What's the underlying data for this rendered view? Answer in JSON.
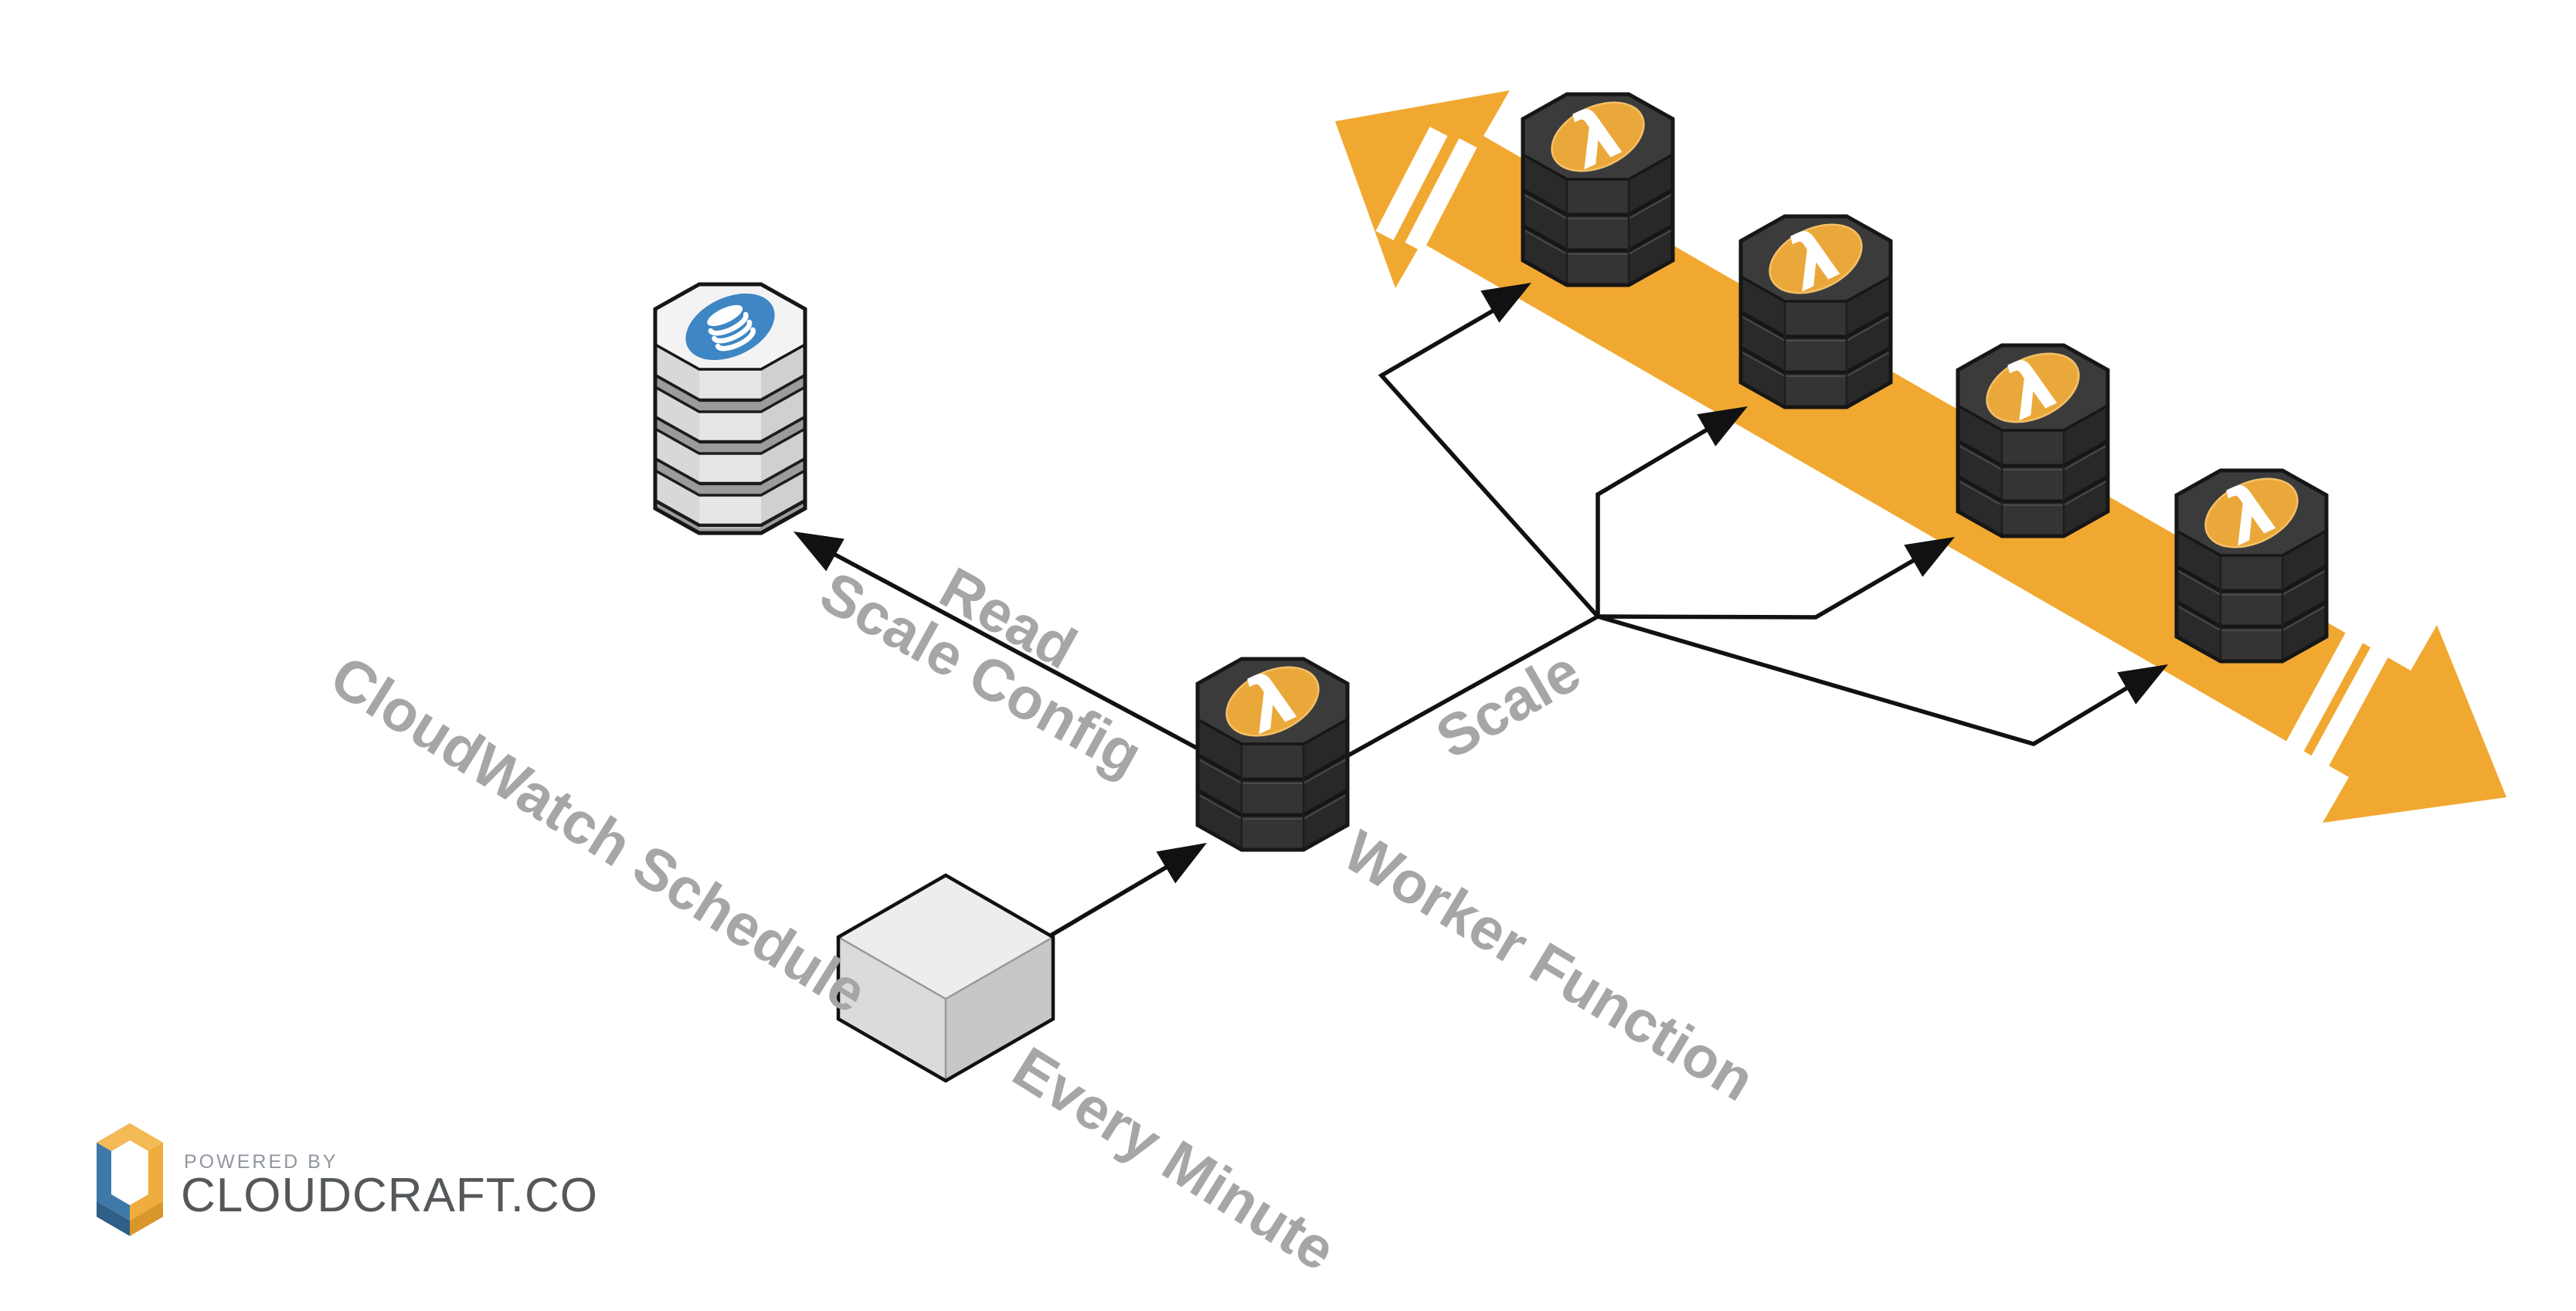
{
  "diagram": {
    "labels": {
      "read": "Read",
      "scale_config": "Scale Config",
      "cloudwatch_schedule": "CloudWatch Schedule",
      "every_minute": "Every Minute",
      "worker_function": "Worker Function",
      "scale": "Scale"
    },
    "glyphs": {
      "lambda": "λ"
    },
    "colors": {
      "band": "#F1A831",
      "lambda_icon": "#EBA83A",
      "db_icon": "#3E86C4",
      "label_text": "#A6A6A6",
      "arrow": "#111111"
    },
    "nodes": [
      {
        "name": "dynamodb-stack",
        "icon": "database-icon"
      },
      {
        "name": "cloudwatch-schedule-cube",
        "icon": "cube-icon"
      },
      {
        "name": "worker-lambda-stack",
        "icon": "lambda-icon"
      },
      {
        "name": "scaled-lambda-stack-1",
        "icon": "lambda-icon"
      },
      {
        "name": "scaled-lambda-stack-2",
        "icon": "lambda-icon"
      },
      {
        "name": "scaled-lambda-stack-3",
        "icon": "lambda-icon"
      },
      {
        "name": "scaled-lambda-stack-4",
        "icon": "lambda-icon"
      }
    ],
    "branding": {
      "powered_by": "POWERED BY",
      "site": "CLOUDCRAFT.CO"
    }
  }
}
